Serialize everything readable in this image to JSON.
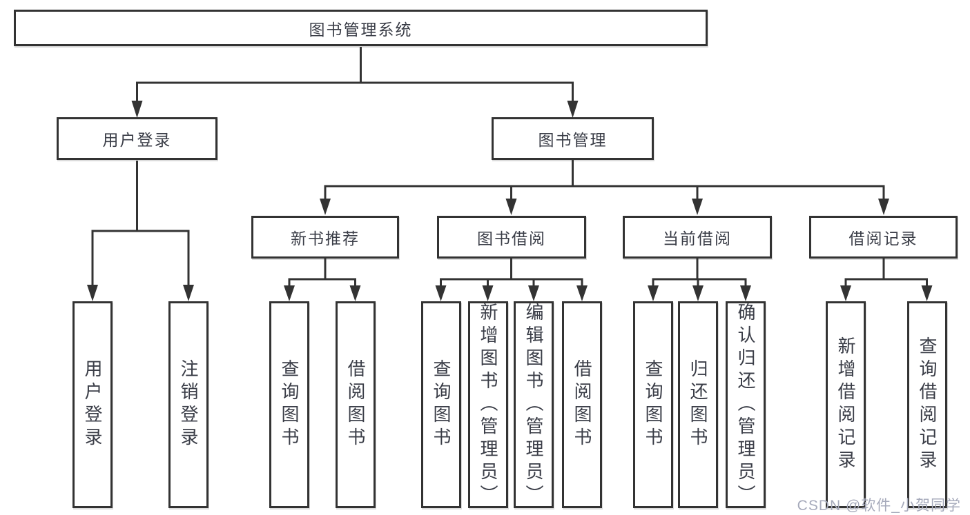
{
  "diagram": {
    "root": {
      "label": "图书管理系统"
    },
    "level2": [
      {
        "label": "用户登录",
        "children": [
          {
            "label": "用户登录"
          },
          {
            "label": "注销登录"
          }
        ]
      },
      {
        "label": "图书管理"
      }
    ],
    "modules": [
      {
        "label": "新书推荐",
        "children": [
          {
            "label": "查询图书"
          },
          {
            "label": "借阅图书"
          }
        ]
      },
      {
        "label": "图书借阅",
        "children": [
          {
            "label": "查询图书"
          },
          {
            "label": "新增图书（管理员）"
          },
          {
            "label": "编辑图书（管理员）"
          },
          {
            "label": "借阅图书"
          }
        ]
      },
      {
        "label": "当前借阅",
        "children": [
          {
            "label": "查询图书"
          },
          {
            "label": "归还图书"
          },
          {
            "label": "确认归还（管理员）"
          }
        ]
      },
      {
        "label": "借阅记录",
        "children": [
          {
            "label": "新增借阅记录"
          },
          {
            "label": "查询借阅记录"
          }
        ]
      }
    ]
  },
  "watermark": {
    "text": "CSDN @软件_小贺同学"
  },
  "colors": {
    "line": "#333333",
    "border": "#333333",
    "text": "#3a3d47",
    "watermark_text": "#a6aabb",
    "background": "#ffffff"
  }
}
